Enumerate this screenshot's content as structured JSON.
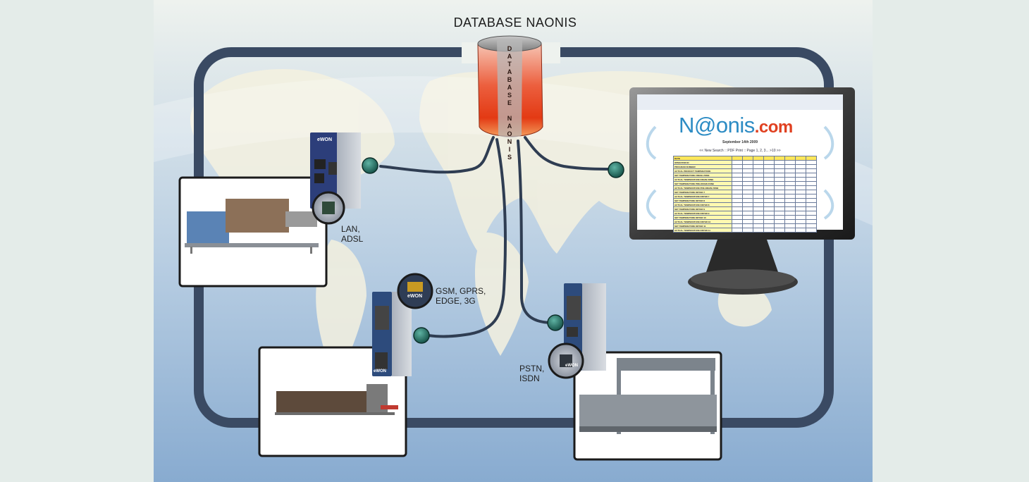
{
  "title": "DATABASE NAONIS",
  "database": {
    "vertical_text": "DATABASE NAONIS"
  },
  "connections": [
    {
      "id": "lan",
      "text": "LAN,\nADSL"
    },
    {
      "id": "gsm",
      "text": "GSM, GPRS,\nEDGE, 3G"
    },
    {
      "id": "pstn",
      "text": "PSTN,\nISDN"
    }
  ],
  "devices": {
    "brand": "eWON"
  },
  "monitor": {
    "site_name": "N@onis",
    "site_tld": ".com",
    "date": "September 14th 2009",
    "nav": "<< New Search :: PDF Print :: Page 1, 2, 3... >10 >>",
    "table_first_col": "DATE",
    "table_rows": [
      "OPERATOR ID",
      "PROGRAM NUMBER",
      "ACTUAL PRODUCT TEMPERATURE",
      "SET TEMPERATURE FRESH ZONE",
      "ACTUAL TEMPERATURE DRAIN ZONE",
      "SET TEMPERATURE PRE-DRAIN ZONE",
      "ACTUAL TEMPERATURE PRE-DRAIN ZONE",
      "SET TEMPERATURE DRYER 7",
      "ACTUAL TEMPERATURE DRYER 7",
      "SET TEMPERATURE DRYER 8",
      "ACTUAL TEMPERATURE DRYER 8",
      "SET TEMPERATURE DRYER 9",
      "ACTUAL TEMPERATURE DRYER 9",
      "SET TEMPERATURE DRYER 10",
      "ACTUAL TEMPERATURE DRYER 10",
      "SET TEMPERATURE DRYER 11",
      "ACTUAL TEMPERATURE DRYER 11"
    ]
  },
  "colors": {
    "frame": "#3a4a63",
    "background": "#e4ece9",
    "database_red": "#e8452a",
    "node_green": "#1f6f62",
    "cable": "#2f3d52"
  }
}
